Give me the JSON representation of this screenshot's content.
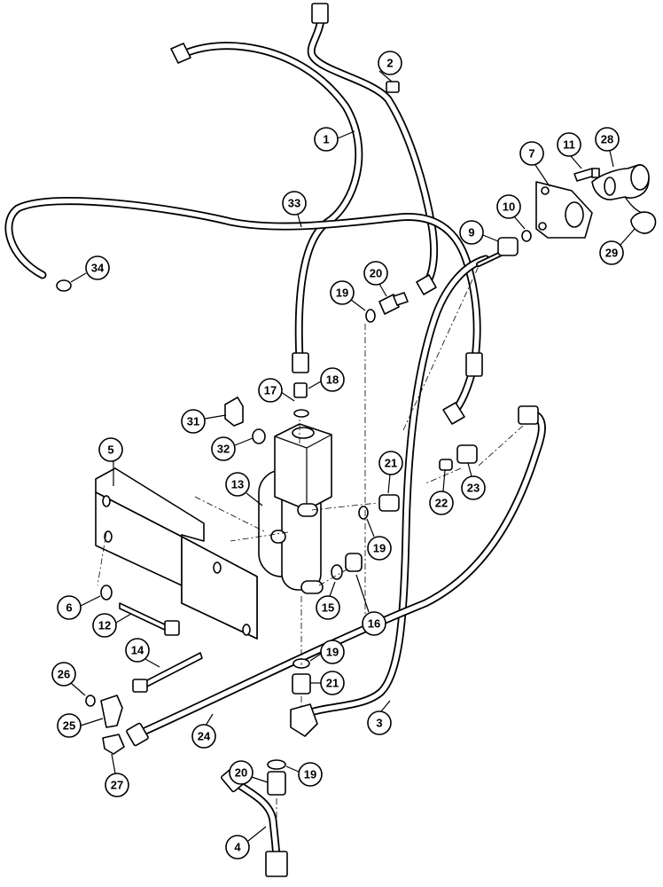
{
  "callouts": [
    {
      "id": "1",
      "label": "1"
    },
    {
      "id": "2",
      "label": "2"
    },
    {
      "id": "3",
      "label": "3"
    },
    {
      "id": "4",
      "label": "4"
    },
    {
      "id": "5",
      "label": "5"
    },
    {
      "id": "6",
      "label": "6"
    },
    {
      "id": "7",
      "label": "7"
    },
    {
      "id": "9",
      "label": "9"
    },
    {
      "id": "10",
      "label": "10"
    },
    {
      "id": "11",
      "label": "11"
    },
    {
      "id": "12",
      "label": "12"
    },
    {
      "id": "13",
      "label": "13"
    },
    {
      "id": "14",
      "label": "14"
    },
    {
      "id": "15",
      "label": "15"
    },
    {
      "id": "16",
      "label": "16"
    },
    {
      "id": "17",
      "label": "17"
    },
    {
      "id": "18",
      "label": "18"
    },
    {
      "id": "19a",
      "label": "19"
    },
    {
      "id": "19b",
      "label": "19"
    },
    {
      "id": "19c",
      "label": "19"
    },
    {
      "id": "19d",
      "label": "19"
    },
    {
      "id": "20a",
      "label": "20"
    },
    {
      "id": "20b",
      "label": "20"
    },
    {
      "id": "21a",
      "label": "21"
    },
    {
      "id": "21b",
      "label": "21"
    },
    {
      "id": "22",
      "label": "22"
    },
    {
      "id": "23",
      "label": "23"
    },
    {
      "id": "24",
      "label": "24"
    },
    {
      "id": "25",
      "label": "25"
    },
    {
      "id": "26",
      "label": "26"
    },
    {
      "id": "27",
      "label": "27"
    },
    {
      "id": "28",
      "label": "28"
    },
    {
      "id": "29",
      "label": "29"
    },
    {
      "id": "31",
      "label": "31"
    },
    {
      "id": "32",
      "label": "32"
    },
    {
      "id": "33",
      "label": "33"
    },
    {
      "id": "34",
      "label": "34"
    }
  ]
}
